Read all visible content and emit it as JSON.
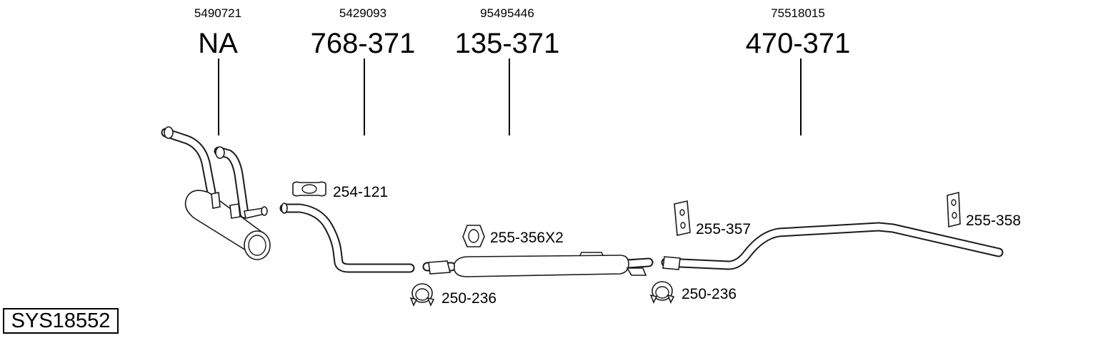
{
  "main_parts": [
    {
      "oem": "5490721",
      "part_no": "NA"
    },
    {
      "oem": "5429093",
      "part_no": "768-371"
    },
    {
      "oem": "95495446",
      "part_no": "135-371"
    },
    {
      "oem": "75518015",
      "part_no": "470-371"
    }
  ],
  "accessories": [
    {
      "label": "254-121"
    },
    {
      "label": "255-356X2"
    },
    {
      "label": "250-236"
    },
    {
      "label": "255-357"
    },
    {
      "label": "250-236"
    },
    {
      "label": "255-358"
    }
  ],
  "system_code": "SYS18552"
}
